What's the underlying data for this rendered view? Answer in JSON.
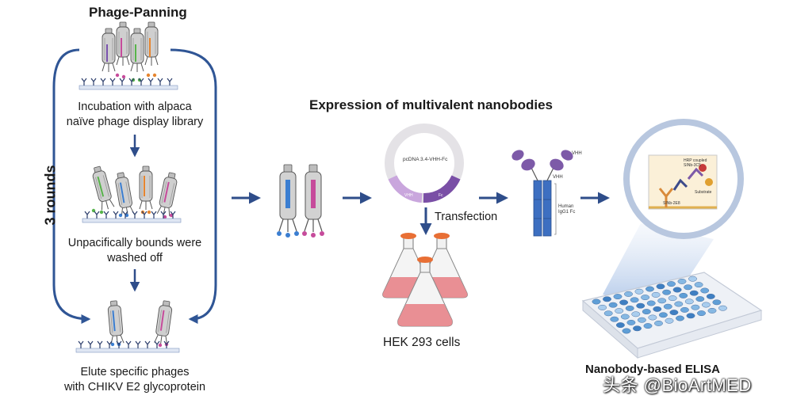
{
  "panning": {
    "title": "Phage-Panning",
    "rounds_label": "3 rounds",
    "step1": "Incubation with alpaca\nnaïve phage display library",
    "step2": "Unpacifically bounds were\nwashed off",
    "step3": "Elute specific phages\nwith CHIKV E2 glycoprotein"
  },
  "expression": {
    "title": "Expression of multivalent nanobodies",
    "plasmid_name": "pcDNA 3.4-VHH-Fc",
    "plasmid_seg_vhh": "VHH",
    "plasmid_seg_fc": "Fc",
    "transfection": "Transfection",
    "cells": "HEK 293 cells",
    "antibody_vhh_top": "VHH",
    "antibody_vhh_side": "VHH",
    "antibody_fc": "Human\nIgG1 Fc"
  },
  "elisa": {
    "title": "Nanobody-based ELISA",
    "hrp_label": "HRP coupled\nSINb-3C5",
    "substrate": "Substrate",
    "capture_label": "SINb-2E8"
  },
  "watermark": "头条 @BioArtMED",
  "colors": {
    "arrow": "#2e4d8a",
    "loop": "#2f5595",
    "flask_liquid": "#e8848a",
    "plasmid_ring": "#e4e2e6",
    "plasmid_vhh": "#c9a6dd",
    "plasmid_fc": "#7a4fa6",
    "fc_blue": "#3d6fc1",
    "vhh_purple": "#7d5aa8"
  }
}
